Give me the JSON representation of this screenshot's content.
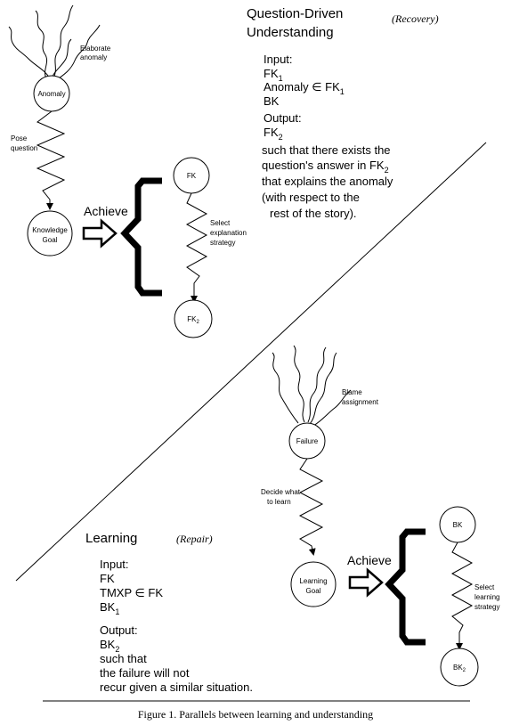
{
  "top_section": {
    "title_line1": "Question-Driven",
    "title_line2": "Understanding",
    "mode": "(Recovery)",
    "input_label": "Input:",
    "input_fk": "FK",
    "input_fk_sub": "1",
    "input_anomaly": "Anomaly ∈ FK",
    "input_anomaly_sub": "1",
    "input_bk": "BK",
    "output_label": "Output:",
    "output_fk": "FK",
    "output_fk_sub": "2",
    "desc1": "such that there exists the",
    "desc2": "question's answer in FK",
    "desc2_sub": "2",
    "desc3": "that explains the anomaly",
    "desc4": "(with respect to the",
    "desc5": "rest of the story).",
    "elaborate_1": "Elaborate",
    "elaborate_2": "anomaly",
    "anomaly_node": "Anomaly",
    "pose_1": "Pose",
    "pose_2": "question",
    "kg_1": "Knowledge",
    "kg_2": "Goal",
    "achieve": "Achieve",
    "fk_top": "FK",
    "select_1": "Select",
    "select_2": "explanation",
    "select_3": "strategy",
    "fk2": "FK",
    "fk2_sub": "2"
  },
  "bottom_section": {
    "title": "Learning",
    "mode": "(Repair)",
    "input_label": "Input:",
    "input_fk": "FK",
    "input_tmxp": "TMXP ∈ FK",
    "input_bk": "BK",
    "input_bk_sub": "1",
    "output_label": "Output:",
    "output_bk": "BK",
    "output_bk_sub": "2",
    "desc1": "such that",
    "desc2": "the failure will not",
    "desc3": "recur given a similar situation.",
    "blame_1": "Blame",
    "blame_2": "assignment",
    "failure_node": "Failure",
    "decide_1": "Decide what",
    "decide_2": "to learn",
    "lg_1": "Learning",
    "lg_2": "Goal",
    "achieve": "Achieve",
    "bk_top": "BK",
    "select_1": "Select",
    "select_2": "learning",
    "select_3": "strategy",
    "bk2": "BK",
    "bk2_sub": "2"
  },
  "caption": "Figure 1. Parallels between learning and understanding"
}
